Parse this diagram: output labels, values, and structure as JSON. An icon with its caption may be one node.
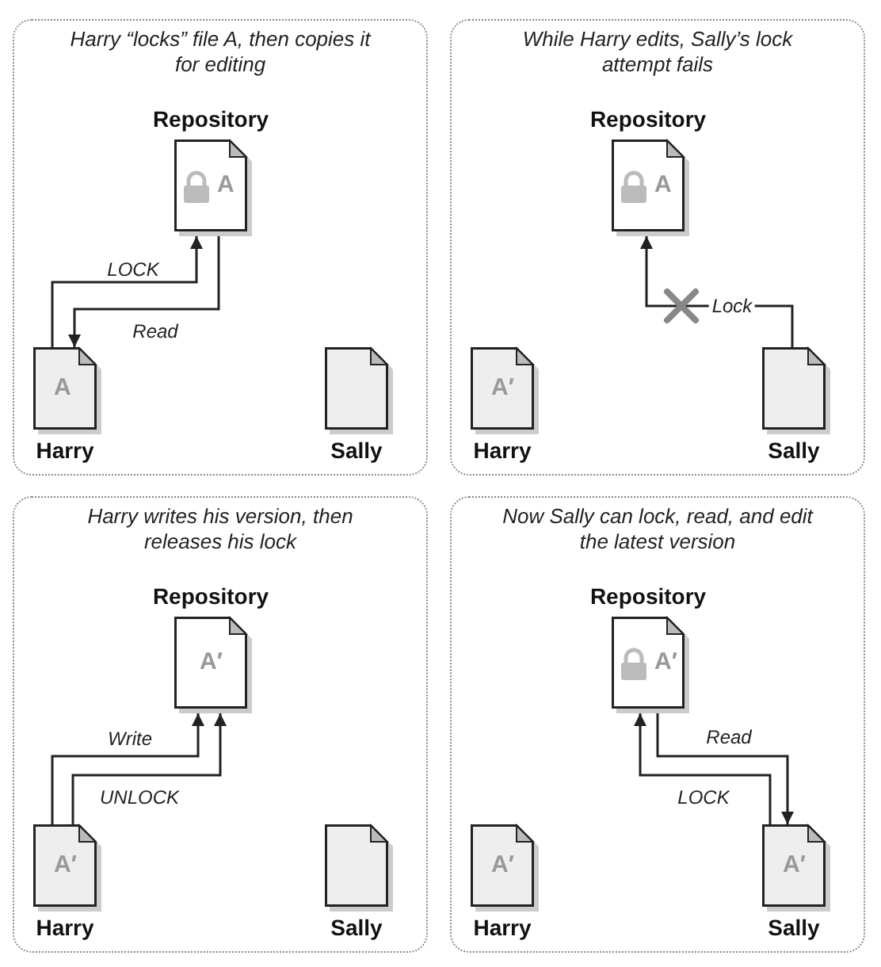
{
  "diagram": {
    "nodes": [
      {
        "text": [
          "Harry “locks” file A, then copies it for editing"
        ]
      },
      {
        "text": [
          "Repository",
          "A"
        ],
        "in": 0
      },
      {
        "text": [
          "A",
          "Harry"
        ],
        "in": 0
      },
      {
        "text": [
          "Sally"
        ],
        "in": 0
      },
      {
        "text": [
          "While Harry edits, Sally’s lock attempt fails"
        ]
      },
      {
        "text": [
          "Repository",
          "A"
        ],
        "in": 4
      },
      {
        "text": [
          "A′",
          "Harry"
        ],
        "in": 4
      },
      {
        "text": [
          "Sally"
        ],
        "in": 4
      },
      {
        "text": [
          "Harry writes his version, then releases his lock"
        ]
      },
      {
        "text": [
          "Repository",
          "A′"
        ],
        "in": 8
      },
      {
        "text": [
          "A′",
          "Harry"
        ],
        "in": 8
      },
      {
        "text": [
          "Sally"
        ],
        "in": 8
      },
      {
        "text": [
          "Now Sally can lock, read, and edit the latest version"
        ]
      },
      {
        "text": [
          "Repository",
          "A′"
        ],
        "in": 12
      },
      {
        "text": [
          "A′",
          "Harry"
        ],
        "in": 12
      },
      {
        "text": [
          "A′",
          "Sally"
        ],
        "in": 12
      }
    ],
    "edges": [
      {
        "from": 2,
        "to": 1,
        "arrow": "to",
        "label": "LOCK"
      },
      {
        "from": 1,
        "to": 2,
        "arrow": "to",
        "label": "Read"
      },
      {
        "from": 7,
        "to": 5,
        "arrow": "to",
        "label": "Lock"
      },
      {
        "from": 10,
        "to": 9,
        "arrow": "to",
        "label": "Write"
      },
      {
        "from": 10,
        "to": 9,
        "arrow": "to",
        "label": "UNLOCK"
      },
      {
        "from": 13,
        "to": 15,
        "arrow": "to",
        "label": "Read"
      },
      {
        "from": 15,
        "to": 13,
        "arrow": "to",
        "label": "LOCK"
      }
    ]
  }
}
